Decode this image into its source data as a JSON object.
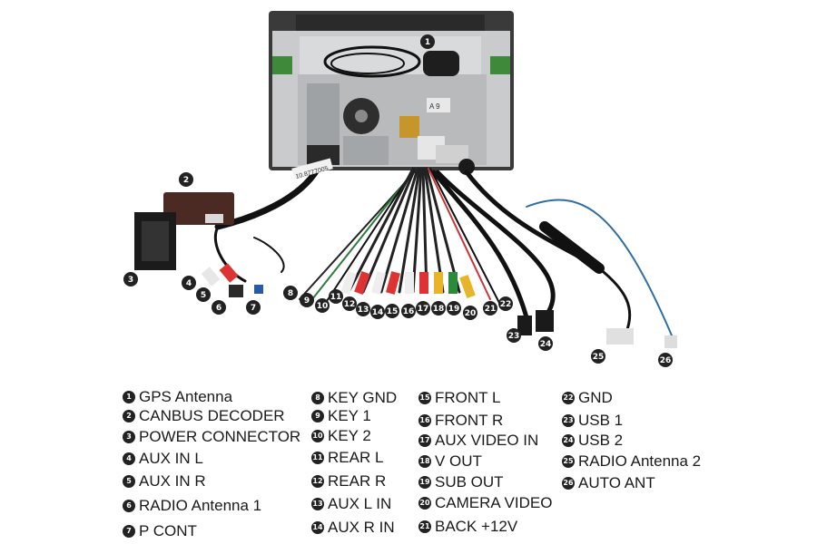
{
  "legend": [
    {
      "num": "1",
      "label": "GPS Antenna"
    },
    {
      "num": "2",
      "label": "CANBUS DECODER"
    },
    {
      "num": "3",
      "label": "POWER CONNECTOR"
    },
    {
      "num": "4",
      "label": "AUX IN L"
    },
    {
      "num": "5",
      "label": "AUX IN R"
    },
    {
      "num": "6",
      "label": "RADIO Antenna 1"
    },
    {
      "num": "7",
      "label": "P CONT"
    },
    {
      "num": "8",
      "label": "KEY GND"
    },
    {
      "num": "9",
      "label": "KEY 1"
    },
    {
      "num": "10",
      "label": "KEY 2"
    },
    {
      "num": "11",
      "label": "REAR L"
    },
    {
      "num": "12",
      "label": "REAR R"
    },
    {
      "num": "13",
      "label": "AUX L IN"
    },
    {
      "num": "14",
      "label": "AUX R IN"
    },
    {
      "num": "15",
      "label": "FRONT L"
    },
    {
      "num": "16",
      "label": "FRONT R"
    },
    {
      "num": "17",
      "label": "AUX VIDEO IN"
    },
    {
      "num": "18",
      "label": "V OUT"
    },
    {
      "num": "19",
      "label": "SUB OUT"
    },
    {
      "num": "20",
      "label": "CAMERA VIDEO"
    },
    {
      "num": "21",
      "label": "BACK +12V"
    },
    {
      "num": "22",
      "label": "GND"
    },
    {
      "num": "23",
      "label": "USB 1"
    },
    {
      "num": "24",
      "label": "USB 2"
    },
    {
      "num": "25",
      "label": "RADIO Antenna 2"
    },
    {
      "num": "26",
      "label": "AUTO ANT"
    }
  ],
  "unit_sticker_text": "A 9",
  "harness_sticker_text": "10.8777005"
}
